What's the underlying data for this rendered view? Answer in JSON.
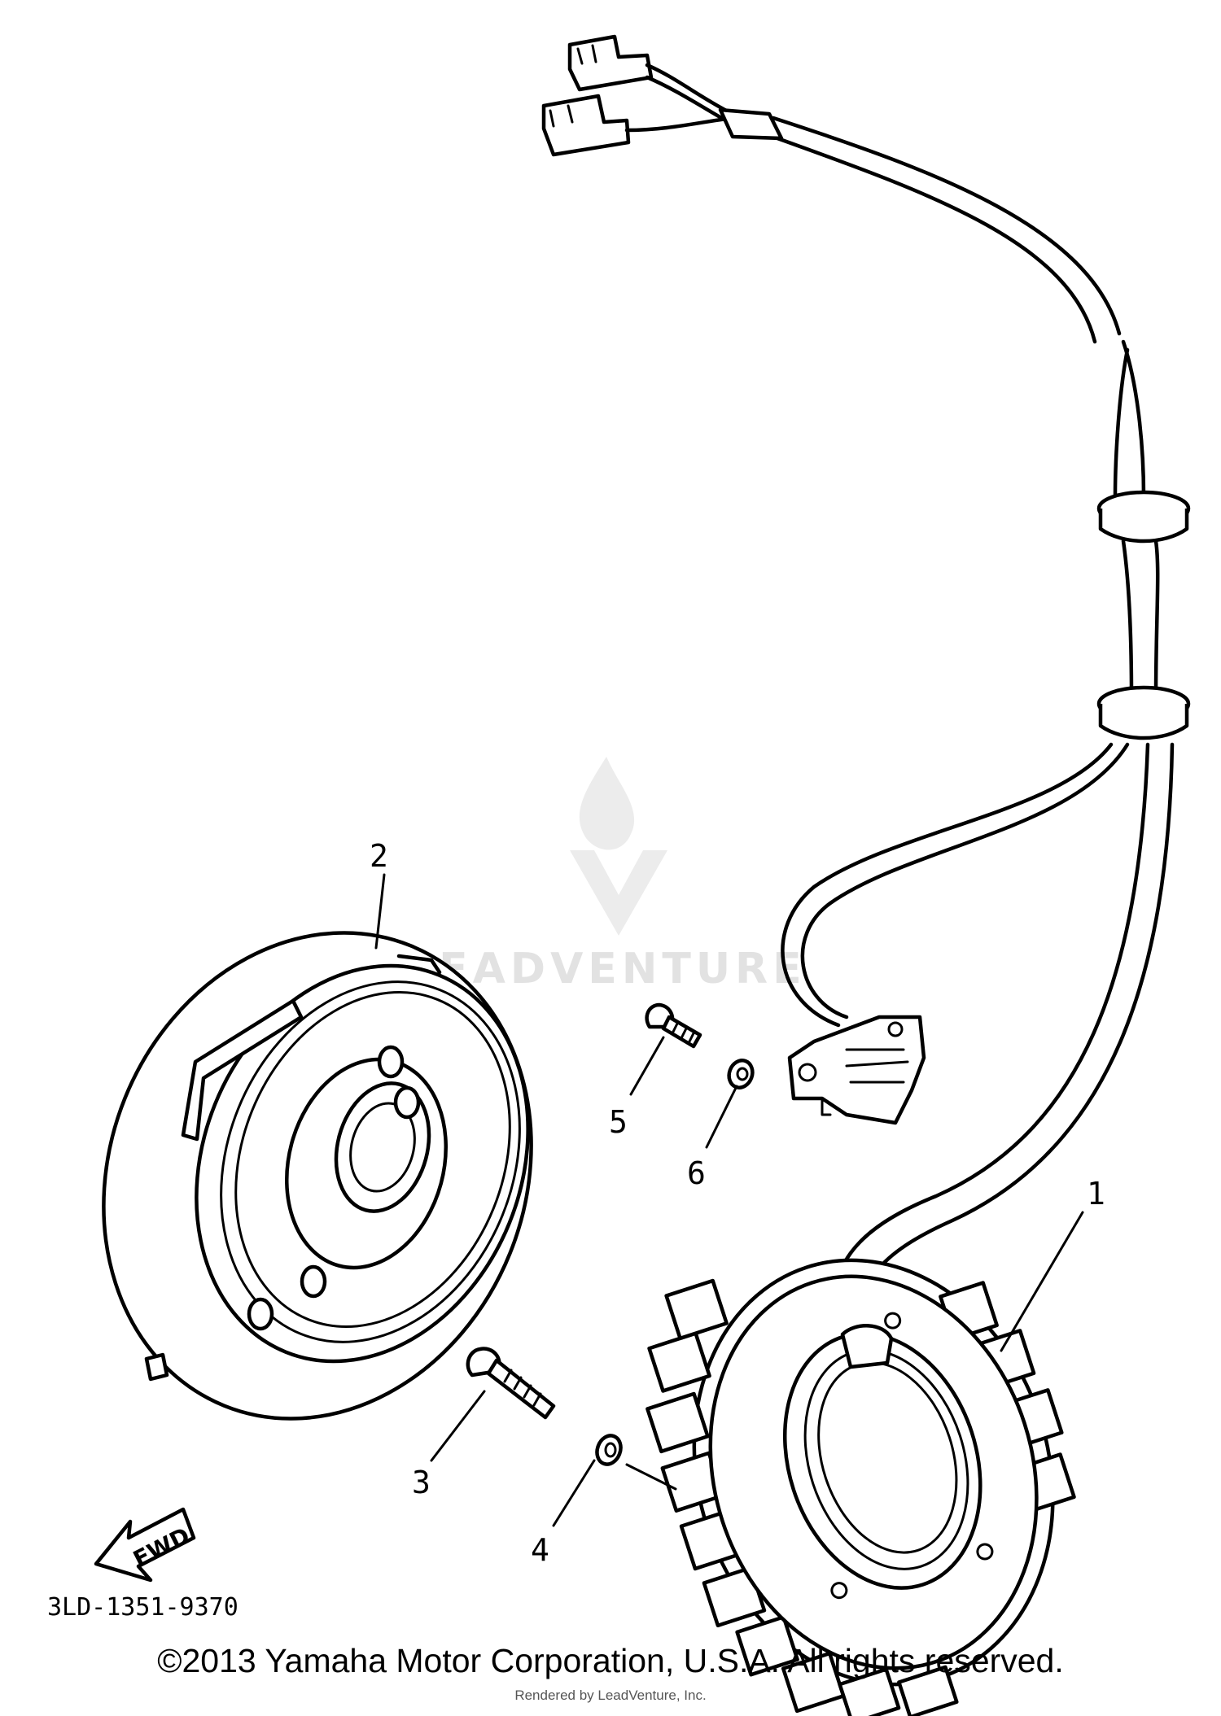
{
  "diagram": {
    "part_code": "3LD-1351-9370",
    "direction_label": "FWD",
    "watermark": "LEADVENTURE",
    "callouts": [
      {
        "id": "stator-assembly",
        "label": "1"
      },
      {
        "id": "rotor-flywheel",
        "label": "2"
      },
      {
        "id": "stator-bolt",
        "label": "3"
      },
      {
        "id": "stator-washer",
        "label": "4"
      },
      {
        "id": "pickup-bolt",
        "label": "5"
      },
      {
        "id": "pickup-washer",
        "label": "6"
      }
    ]
  },
  "footer": {
    "copyright": "©2013 Yamaha Motor Corporation, U.S.A. All rights reserved.",
    "rendered_by": "Rendered by LeadVenture, Inc."
  }
}
